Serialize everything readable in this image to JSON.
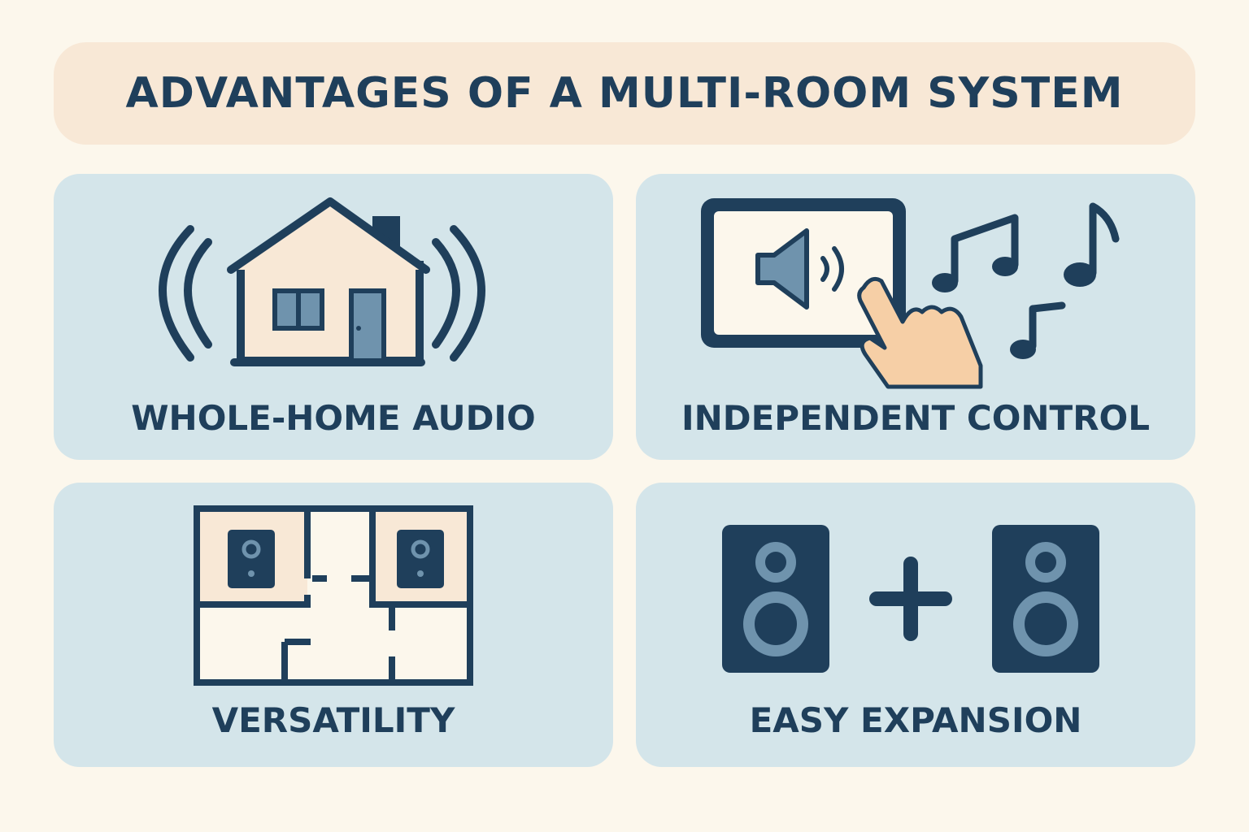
{
  "title": "ADVANTAGES OF A MULTI-ROOM SYSTEM",
  "colors": {
    "background": "#fcf7ec",
    "title_bar": "#f8e8d6",
    "card": "#d4e5ea",
    "ink": "#1f3f5b",
    "accent_blue": "#6f93ad",
    "cream": "#f8e8d6",
    "skin": "#f6cfa6"
  },
  "cards": [
    {
      "label": "WHOLE-HOME AUDIO",
      "icon": "house-with-sound-waves-icon"
    },
    {
      "label": "INDEPENDENT CONTROL",
      "icon": "tablet-touch-music-notes-icon"
    },
    {
      "label": "VERSATILITY",
      "icon": "floor-plan-with-speakers-icon"
    },
    {
      "label": "EASY EXPANSION",
      "icon": "speaker-plus-speaker-icon"
    }
  ]
}
